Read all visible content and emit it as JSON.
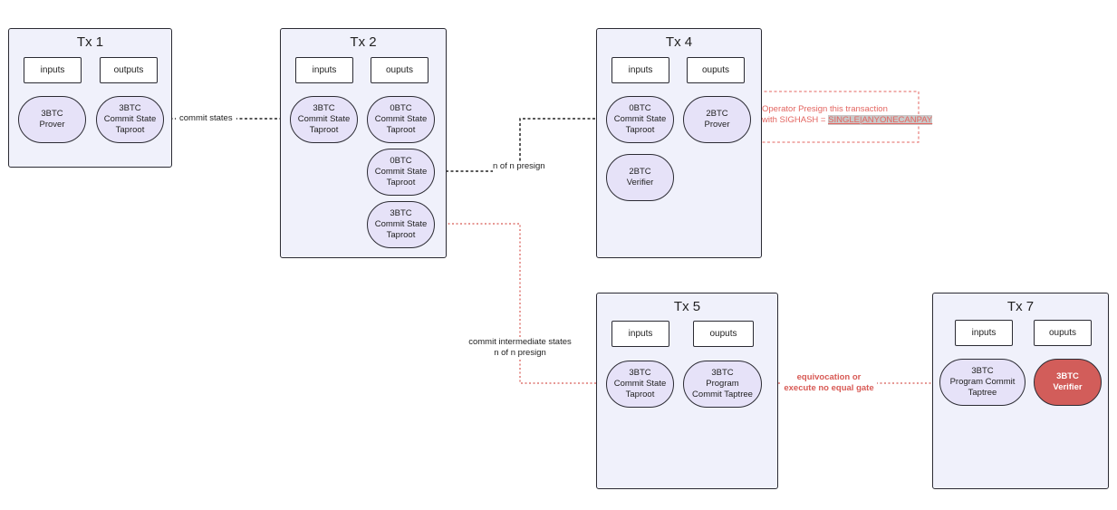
{
  "colors": {
    "box_fill": "#f0f1fb",
    "utxo_fill": "#e6e2f8",
    "red": "#d85a55",
    "dashed_black": "#222222"
  },
  "tx1": {
    "title": "Tx 1",
    "inputs": "inputs",
    "outputs": "outputs",
    "in_utxo": "3BTC\nProver",
    "out_utxo": "3BTC\nCommit State\nTaproot"
  },
  "tx2": {
    "title": "Tx 2",
    "inputs": "inputs",
    "outputs": "ouputs",
    "in_utxo": "3BTC\nCommit State\nTaproot",
    "out_utxo_1": "0BTC\nCommit State\nTaproot",
    "out_utxo_2": "0BTC\nCommit State\nTaproot",
    "out_utxo_3": "3BTC\nCommit State\nTaproot"
  },
  "tx4": {
    "title": "Tx 4",
    "inputs": "inputs",
    "outputs": "ouputs",
    "in_utxo": "0BTC\nCommit State\nTaproot",
    "out_utxo_1": "2BTC\nProver",
    "in_utxo_2": "2BTC\nVerifier"
  },
  "tx5": {
    "title": "Tx 5",
    "inputs": "inputs",
    "outputs": "ouputs",
    "in_utxo": "3BTC\nCommit State\nTaproot",
    "out_utxo": "3BTC\nProgram\nCommit Taptree"
  },
  "tx7": {
    "title": "Tx 7",
    "inputs": "inputs",
    "outputs": "ouputs",
    "in_utxo": "3BTC\nProgram Commit\nTaptree",
    "out_utxo": "3BTC\nVerifier"
  },
  "edges": {
    "commit_states": "commit states",
    "n_of_n_presign": "n of n presign",
    "commit_intermediate": "commit intermediate states\nn of n presign",
    "equivocation": "equivocation or\nexecute no equal gate"
  },
  "note": {
    "line1": "Operator Presign this transaction",
    "line2_prefix": "with SIGHASH  = ",
    "line2_highlight": "SINGLE|ANYONECANPAY"
  }
}
